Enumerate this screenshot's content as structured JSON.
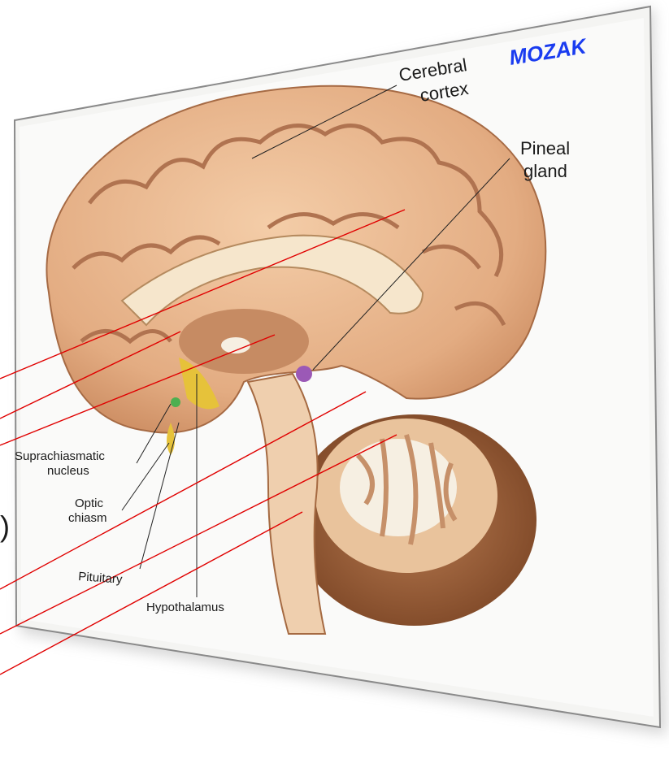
{
  "brand": "MOZAK",
  "labels": {
    "cerebral_cortex_1": "Cerebral",
    "cerebral_cortex_2": "cortex",
    "pineal_1": "Pineal",
    "pineal_2": "gland",
    "suprachiasmatic_1": "Suprachiasmatic",
    "suprachiasmatic_2": "nucleus",
    "optic_1": "Optic",
    "optic_2": "chiasm",
    "pituitary": "Pituitary",
    "hypothalamus": "Hypothalamus"
  },
  "side_text": {
    "paren": ")"
  },
  "colors": {
    "leader_red": "#e00000",
    "brain": "#e8b48c",
    "frame_shadow": "#c8c8c8"
  }
}
